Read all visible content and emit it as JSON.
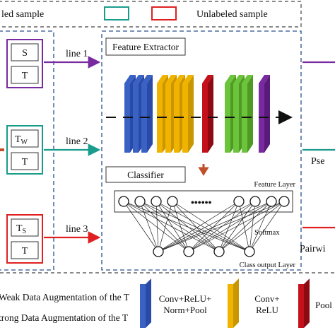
{
  "legend_top": {
    "labeled_text": "led sample",
    "unlabeled_text": "Unlabeled sample",
    "colors": {
      "labeled_box": "#1a9c8c",
      "unlabeled_box": "#e02020"
    }
  },
  "inputs": {
    "row1": {
      "top": "S",
      "bottom": "T",
      "line": "line 1",
      "color": "#7a2aa0"
    },
    "row2": {
      "top": "T",
      "top_sub": "W",
      "bottom": "T",
      "line": "line 2",
      "color": "#1a9c8c"
    },
    "row3": {
      "top": "T",
      "top_sub": "S",
      "bottom": "T",
      "line": "line 3",
      "color": "#e02020"
    }
  },
  "network": {
    "feature_extractor_label": "Feature Extractor",
    "classifier_label": "Classifier",
    "feature_layer_label": "Feature Layer",
    "softmax_label": "Softmax",
    "class_output_label": "Class output Layer",
    "dots": "••••••"
  },
  "right_labels": {
    "pseudo": "Pse",
    "pairwise": "Pairwi"
  },
  "legend_bottom": {
    "weak_text": "Weak Data Augmentation of the T",
    "strong_text": "trong Data Augmentation of the T",
    "conv_norm_pool_line1": "Conv+ReLU+",
    "conv_norm_pool_line2": "Norm+Pool",
    "conv_relu_line1": "Conv+",
    "conv_relu_line2": "ReLU",
    "pool_label": "Pool",
    "colors": {
      "blue": "#3a62c4",
      "yellow": "#f0b400",
      "red": "#c4101a",
      "green": "#6cc43a",
      "purple": "#7a2aa0"
    }
  }
}
